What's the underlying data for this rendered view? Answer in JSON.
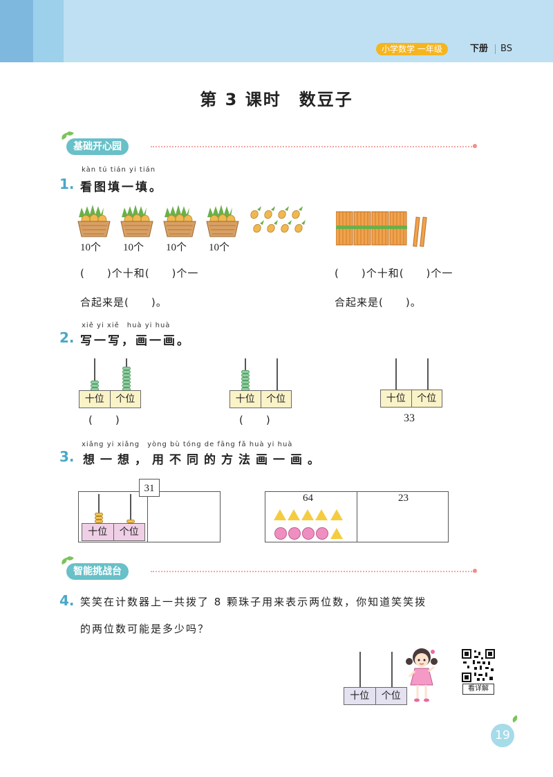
{
  "header": {
    "subject_label": "小学数学 一年级",
    "volume": "下册",
    "edition": "BS"
  },
  "title": "第 3 课时　数豆子",
  "sections": {
    "basic": "基础开心园",
    "challenge": "智能挑战台"
  },
  "q1": {
    "number": "1.",
    "pinyin": "kàn tú tián yi tián",
    "text": "看图填一填。",
    "basket_label": "10个",
    "left_line1": "(　　)个十和(　　)个一",
    "left_line2": "合起来是(　　)。",
    "right_line1": "(　　)个十和(　　)个一",
    "right_line2": "合起来是(　　)。"
  },
  "q2": {
    "number": "2.",
    "pinyin": "xiě yi xiě　huà yi huà",
    "text": "写一写，画一画。",
    "tens": "十位",
    "ones": "个位",
    "answer_blank": "(　　)",
    "abacus3_value": "33"
  },
  "q3": {
    "number": "3.",
    "pinyin": "xiǎng yi xiǎng　yòng bù tóng de fāng fǎ huà yi huà",
    "text": "想一想，用不同的方法画一画。",
    "box1_value": "31",
    "tens": "十位",
    "ones": "个位",
    "box2_left": "64",
    "box2_right": "23"
  },
  "q4": {
    "number": "4.",
    "line1": "笑笑在计数器上一共拨了 8 颗珠子用来表示两位数，你知道笑笑拨",
    "line2": "的两位数可能是多少吗？",
    "tens": "十位",
    "ones": "个位",
    "qr_caption": "看详解"
  },
  "page_number": "19",
  "colors": {
    "accent": "#68c0c8",
    "header": "#bfe0f2",
    "number": "#4aa8c8"
  }
}
